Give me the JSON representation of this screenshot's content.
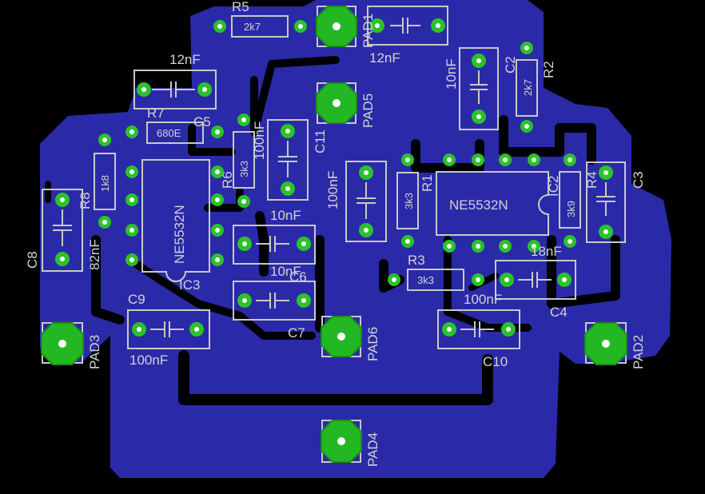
{
  "components": {
    "R5": {
      "ref": "R5",
      "value": "2k7"
    },
    "PAD1": {
      "ref": "PAD1"
    },
    "C1": {
      "value": "12nF"
    },
    "C12top": {
      "value": "12nF"
    },
    "C2": {
      "ref": "C2",
      "value": "10nF"
    },
    "R2": {
      "ref": "R2",
      "value": "2k7"
    },
    "R7": {
      "ref": "R7",
      "value": "680E"
    },
    "C5": {
      "ref": "C5",
      "value": "100nF"
    },
    "PAD5": {
      "ref": "PAD5"
    },
    "C11": {
      "ref": "C11",
      "value": "100nF"
    },
    "R8": {
      "ref": "R8",
      "value": "1k8"
    },
    "R6": {
      "ref": "R6",
      "value": "3k3"
    },
    "IC3": {
      "ref": "IC3",
      "value": "NE5532N"
    },
    "C8": {
      "ref": "C8",
      "value": "82nF"
    },
    "C6": {
      "ref": "C6",
      "value": "10nF"
    },
    "C6b": {
      "value": "10nF"
    },
    "C7": {
      "ref": "C7"
    },
    "C9": {
      "ref": "C9",
      "value": "100nF"
    },
    "R1": {
      "ref": "R1",
      "value": "3k3"
    },
    "IC2": {
      "ref": "IC2",
      "value": "NE5532N"
    },
    "R4": {
      "ref": "R4",
      "value": "3k9"
    },
    "C3": {
      "ref": "C3",
      "value": "18nF"
    },
    "R3": {
      "ref": "R3",
      "value": "3k3"
    },
    "C4": {
      "ref": "C4"
    },
    "C10": {
      "ref": "C10",
      "value": "100nF"
    },
    "PAD2": {
      "ref": "PAD2"
    },
    "PAD3": {
      "ref": "PAD3"
    },
    "PAD4": {
      "ref": "PAD4"
    },
    "PAD6": {
      "ref": "PAD6"
    },
    "C11lbl": {
      "value": "100nF"
    }
  },
  "colors": {
    "board": "#000000",
    "copper_pour": "#2a2aa8",
    "pad": "#2bc22b",
    "silkscreen": "#c8c8c8"
  }
}
